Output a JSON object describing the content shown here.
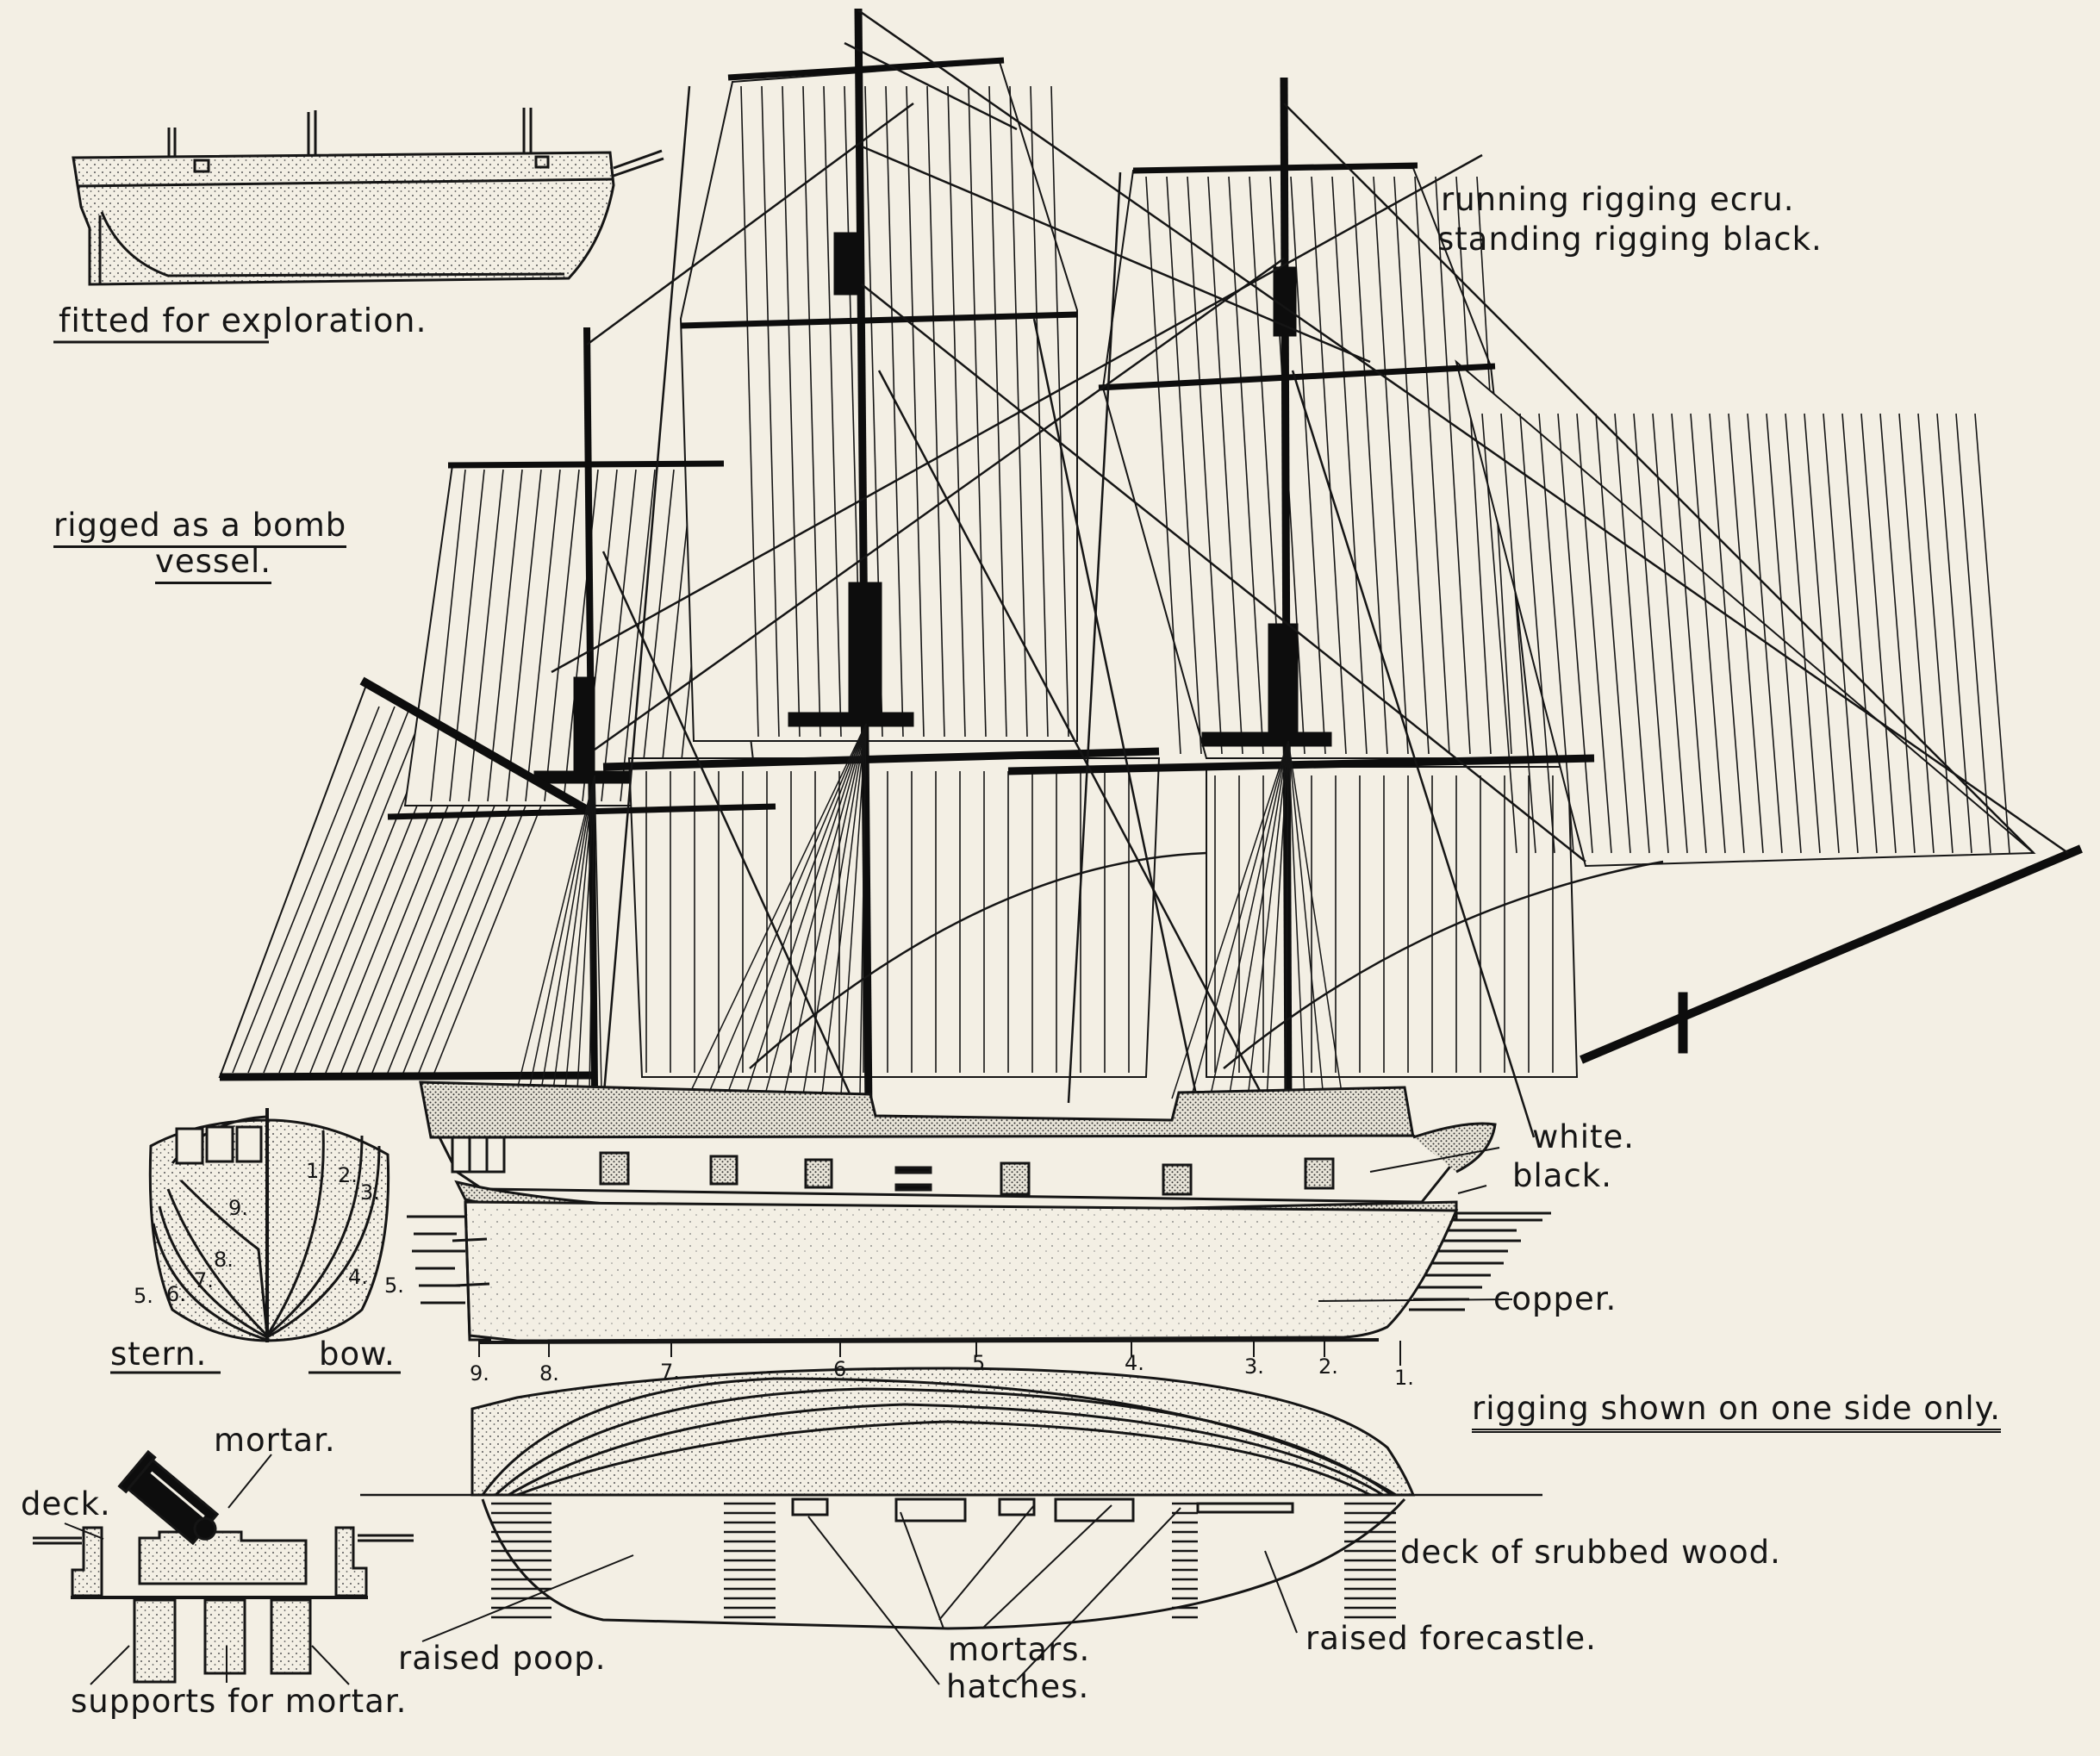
{
  "title": "Bomb vessel rigging and hull plan",
  "colors": {
    "paper": "#f3efe4",
    "ink": "#151515",
    "stipple": "#6b6b6b"
  },
  "labels": {
    "fitted_for_exploration": "fitted for exploration.",
    "rigged_as_bomb_line1": "rigged as a bomb",
    "rigged_as_bomb_line2": "vessel.",
    "running_rigging": "running rigging ecru.",
    "standing_rigging": "standing rigging black.",
    "white": "white.",
    "black": "black.",
    "copper": "copper.",
    "rigging_one_side": "rigging shown on one side only.",
    "deck_wood": "deck of srubbed wood.",
    "raised_forecastle": "raised forecastle.",
    "raised_poop": "raised poop.",
    "mortars": "mortars.",
    "hatches": "hatches.",
    "mortar": "mortar.",
    "deck": "deck.",
    "supports_for_mortar": "supports for mortar.",
    "stern": "stern.",
    "bow": "bow."
  },
  "station_numbers": [
    "9.",
    "8.",
    "7.",
    "6",
    "5",
    "4.",
    "3.",
    "2.",
    "1."
  ],
  "body_plan": {
    "stern_numbers": [
      "5.",
      "6.",
      "7.",
      "8.",
      "9."
    ],
    "bow_numbers": [
      "1.",
      "2.",
      "3.",
      "4.",
      "5."
    ]
  }
}
